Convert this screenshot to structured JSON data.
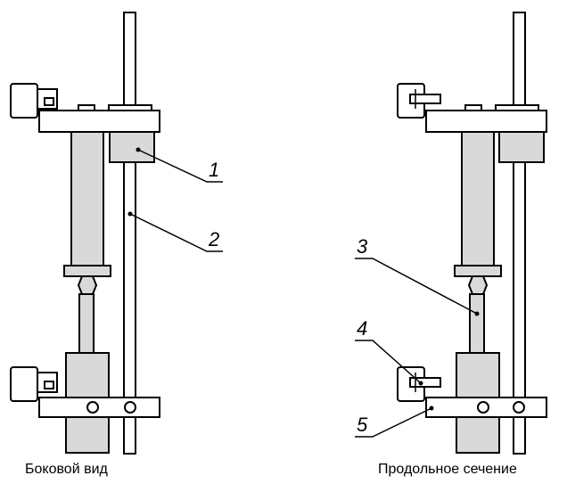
{
  "views": {
    "left_caption": "Боковой вид",
    "right_caption": "Продольное сечение"
  },
  "callouts": {
    "c1": "1",
    "c2": "2",
    "c3": "3",
    "c4": "4",
    "c5": "5"
  }
}
